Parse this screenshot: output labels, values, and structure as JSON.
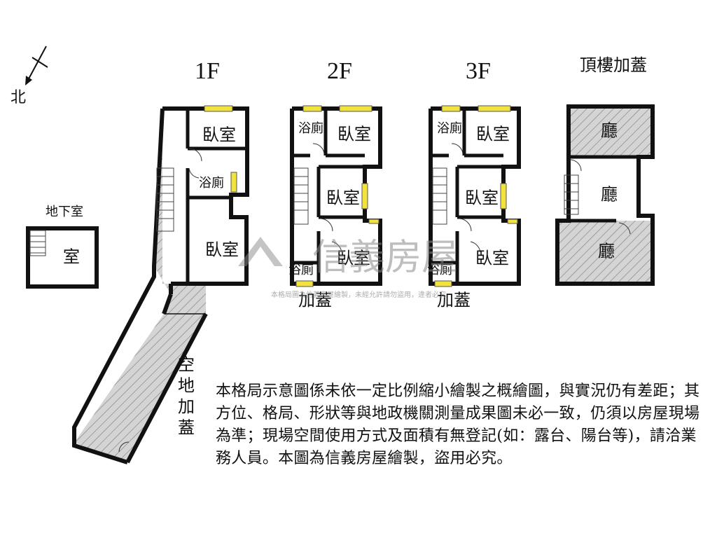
{
  "compass": {
    "label": "北"
  },
  "basement": {
    "title": "地下室",
    "room": "室"
  },
  "floors": {
    "f1": {
      "title": "1F",
      "bedroom_top": "臥室",
      "bath": "浴廁",
      "bedroom_bottom": "臥室",
      "yard": "空地加蓋"
    },
    "f2": {
      "title": "2F",
      "bath_top": "浴廁",
      "bedroom_top": "臥室",
      "bedroom_mid": "臥室",
      "bath_bottom": "浴廁",
      "bedroom_bottom": "臥室",
      "extension": "加蓋"
    },
    "f3": {
      "title": "3F",
      "bath_top": "浴廁",
      "bedroom_top": "臥室",
      "bedroom_mid": "臥室",
      "bath_bottom": "浴廁",
      "bedroom_bottom": "臥室",
      "extension": "加蓋"
    },
    "roof": {
      "title": "頂樓加蓋",
      "hall_top": "廳",
      "hall_mid": "廳",
      "hall_bottom": "廳"
    }
  },
  "watermark": {
    "brand": "信義房屋",
    "note": "本格局圖為信義房屋繪製，未經允許請勿盜用，違者必究"
  },
  "disclaimer": "本格局示意圖係未依一定比例縮小繪製之概繪圖，與實況仍有差距；其方位、格局、形狀等與地政機關測量成果圖未必一致，仍須以房屋現場為準；現場空間使用方式及面積有無登記(如：露台、陽台等)，請洽業務人員。本圖為信義房屋繪製，盜用必究。"
}
